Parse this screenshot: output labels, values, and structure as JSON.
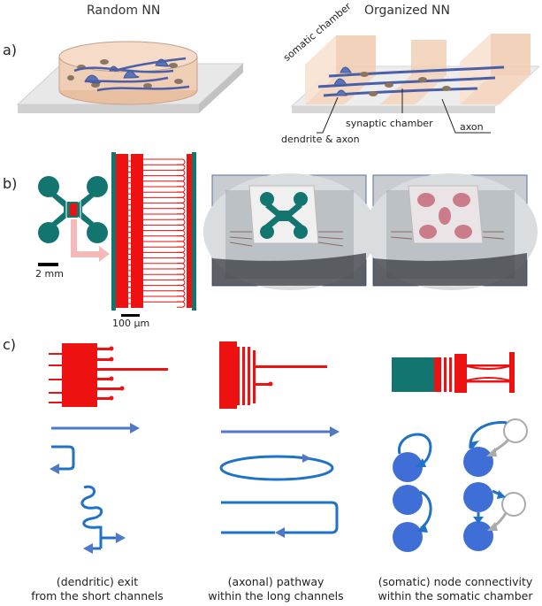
{
  "headers": {
    "random": "Random NN",
    "organized": "Organized NN"
  },
  "panel_labels": {
    "a": "a)",
    "b": "b)",
    "c": "c)"
  },
  "annotations": {
    "somatic_chamber": "somatic chamber",
    "synaptic_chamber": "synaptic chamber",
    "dendrite_axon": "dendrite & axon",
    "axon": "axon"
  },
  "scale_bars": {
    "mm": "2 mm",
    "um": "100 μm"
  },
  "captions": {
    "left_1": "(dendritic) exit",
    "left_2": "from the short channels",
    "mid_1": "(axonal) pathway",
    "mid_2": "within the long channels",
    "right_1": "(somatic) node connectivity",
    "right_2": "within the somatic chamber"
  },
  "colors": {
    "teal": "#127570",
    "red": "#ee1111",
    "blue_dark": "#1f72c6",
    "blue_light": "#4f78c8",
    "node_blue": "#3f6fd6",
    "pink": "#f5b9b9",
    "gray": "#b5b5b5"
  }
}
